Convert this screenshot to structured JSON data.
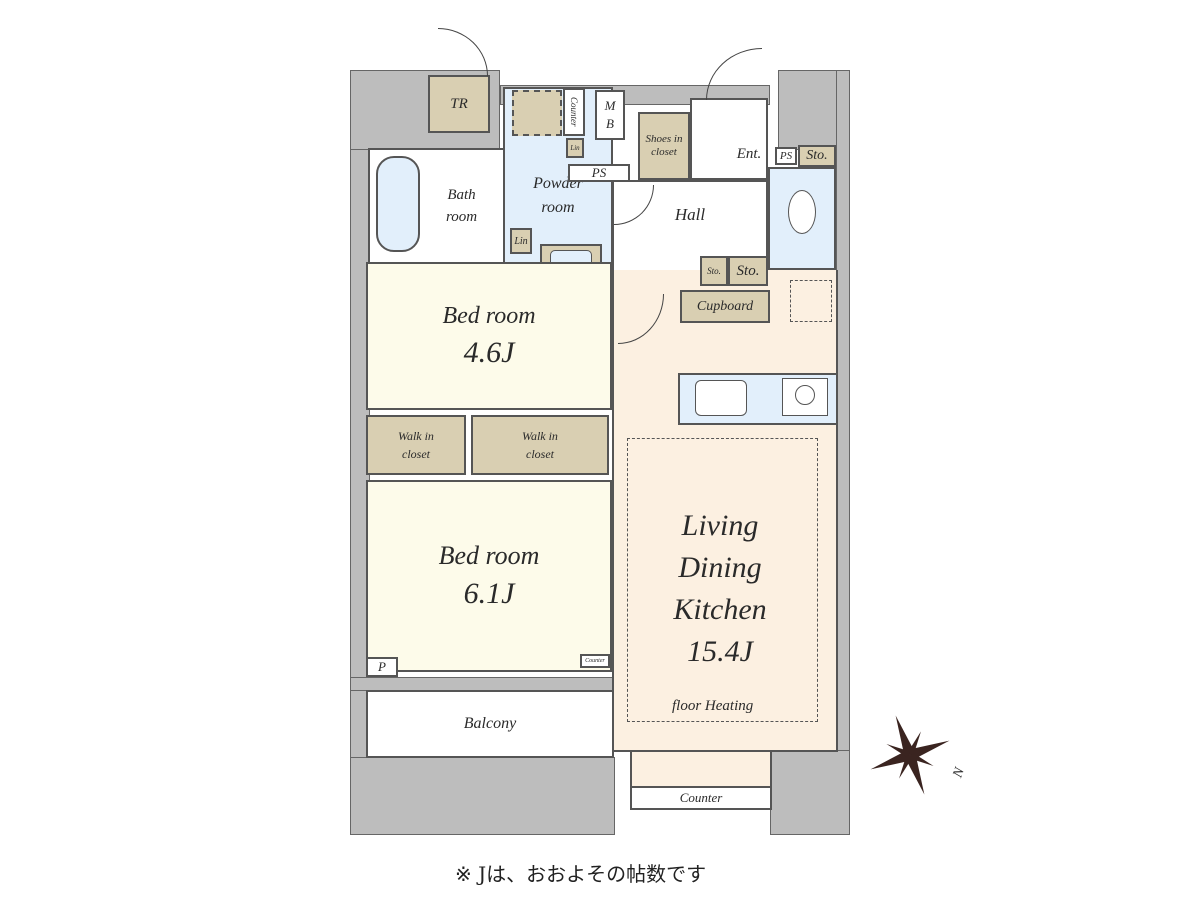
{
  "rooms": {
    "tr": "TR",
    "bath": "Bath room",
    "powder": "Powder room",
    "counter_top": "Counter",
    "lin1": "Lin",
    "lin2": "Lin",
    "mb": "M B",
    "ps1": "PS",
    "shoes": "Shoes in closet",
    "ent": "Ent.",
    "ps2": "PS",
    "sto1": "Sto.",
    "hall": "Hall",
    "sto_small": "Sto.",
    "sto2": "Sto.",
    "cupboard": "Cupboard",
    "bed1_name": "Bed room",
    "bed1_size": "4.6J",
    "wic1": "Walk in closet",
    "wic2": "Walk in closet",
    "bed2_name": "Bed room",
    "bed2_size": "6.1J",
    "p": "P",
    "counter_small": "Counter",
    "balcony": "Balcony",
    "ldk_name": "Living Dining Kitchen",
    "ldk_size": "15.4J",
    "floor_heating": "floor Heating",
    "counter_bottom": "Counter"
  },
  "compass": {
    "north_label": "N"
  },
  "footnote": "※ Jは、おおよその帖数です",
  "colors": {
    "wall": "#bdbdbd",
    "closet": "#d9cfb2",
    "wet": "#e2effb",
    "bedroom": "#fdfbea",
    "ldk": "#fcf0e1"
  }
}
